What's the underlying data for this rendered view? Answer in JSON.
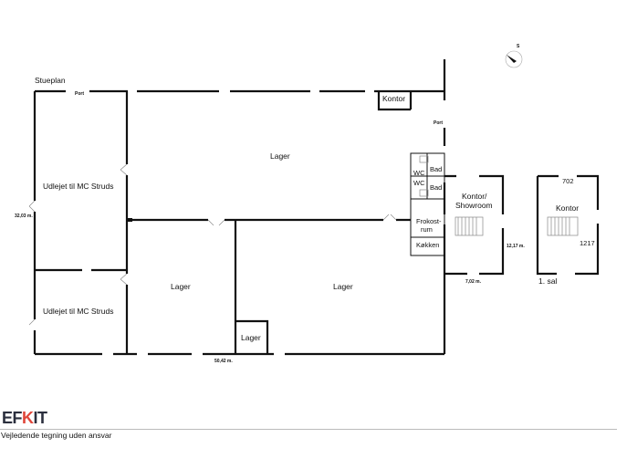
{
  "plan": {
    "title": "Stueplan",
    "rooms": {
      "kontor_top": "Kontor",
      "lager_main": "Lager",
      "udlejet_1": "Udlejet til MC Struds",
      "udlejet_2": "Udlejet til MC Struds",
      "lager_left": "Lager",
      "lager_right": "Lager",
      "lager_small": "Lager",
      "wc1": "WC",
      "wc2": "WC",
      "bad1": "Bad",
      "bad2": "Bad",
      "frokost_1": "Frokost-",
      "frokost_2": "rum",
      "kokken": "Køkken",
      "showroom_1": "Kontor/",
      "showroom_2": "Showroom"
    },
    "port_top": "Port",
    "port_right": "Port",
    "dim_height": "32,03 m.",
    "dim_width": "50,42 m.",
    "dim_showroom_h": "12,17 m.",
    "dim_showroom_w": "7,02 m."
  },
  "upper": {
    "title": "1. sal",
    "room": "Kontor",
    "dim_top": "702",
    "dim_side": "1217"
  },
  "footer": {
    "logo_a": "EF",
    "logo_k": "K",
    "logo_b": "IT",
    "disclaimer": "Vejledende tegning uden ansvar"
  }
}
